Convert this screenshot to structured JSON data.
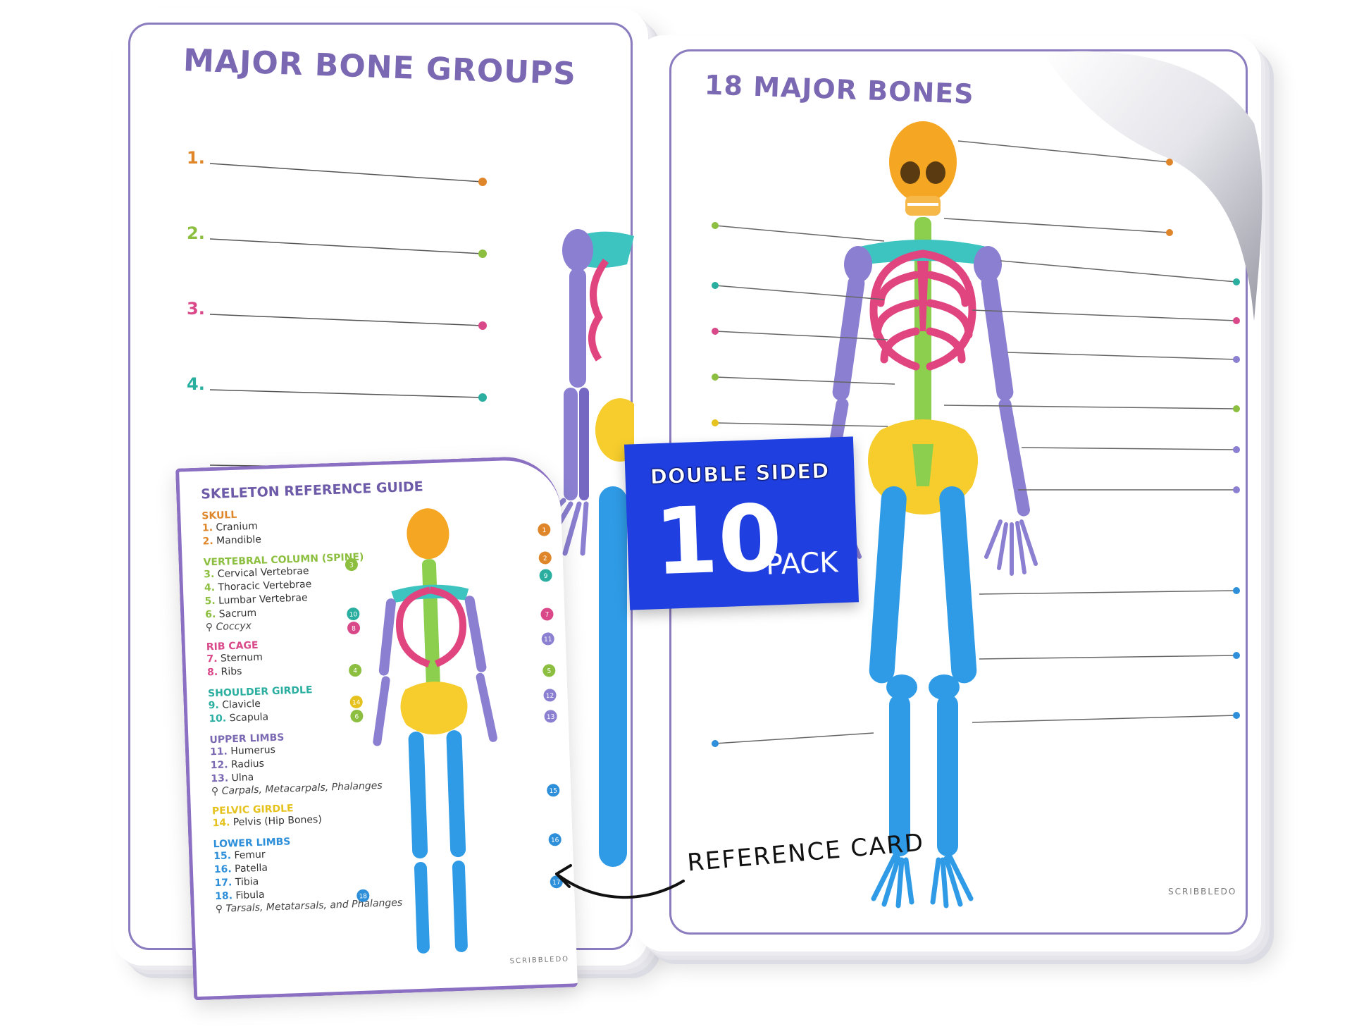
{
  "left_board": {
    "title": "MAJOR BONE GROUPS",
    "items": [
      {
        "label": "1.",
        "color": "#e0862a"
      },
      {
        "label": "2.",
        "color": "#8cbf3f"
      },
      {
        "label": "3.",
        "color": "#d9498a"
      },
      {
        "label": "4.",
        "color": "#2aaea0"
      }
    ]
  },
  "right_board": {
    "title": "18 MAJOR BONES",
    "brand": "SCRIBBLEDO"
  },
  "badge": {
    "line1": "DOUBLE SIDED",
    "number": "10",
    "unit": "PACK"
  },
  "reference_caption": "REFERENCE CARD",
  "reference_guide": {
    "title": "SKELETON REFERENCE GUIDE",
    "brand": "SCRIBBLEDO",
    "sections": [
      {
        "name": "SKULL",
        "color": "#e0862a",
        "items": [
          [
            "1.",
            "Cranium"
          ],
          [
            "2.",
            "Mandible"
          ]
        ]
      },
      {
        "name": "VERTEBRAL COLUMN (SPINE)",
        "color": "#8cbf3f",
        "items": [
          [
            "3.",
            "Cervical Vertebrae"
          ],
          [
            "4.",
            "Thoracic Vertebrae"
          ],
          [
            "5.",
            "Lumbar Vertebrae"
          ],
          [
            "6.",
            "Sacrum"
          ]
        ],
        "note": "Coccyx"
      },
      {
        "name": "RIB CAGE",
        "color": "#d9498a",
        "items": [
          [
            "7.",
            "Sternum"
          ],
          [
            "8.",
            "Ribs"
          ]
        ]
      },
      {
        "name": "SHOULDER GIRDLE",
        "color": "#2aaea0",
        "items": [
          [
            "9.",
            "Clavicle"
          ],
          [
            "10.",
            "Scapula"
          ]
        ]
      },
      {
        "name": "UPPER LIMBS",
        "color": "#7a68b3",
        "items": [
          [
            "11.",
            "Humerus"
          ],
          [
            "12.",
            "Radius"
          ],
          [
            "13.",
            "Ulna"
          ]
        ],
        "note": "Carpals, Metacarpals, Phalanges"
      },
      {
        "name": "PELVIC GIRDLE",
        "color": "#e6c21e",
        "items": [
          [
            "14.",
            "Pelvis (Hip Bones)"
          ]
        ]
      },
      {
        "name": "LOWER LIMBS",
        "color": "#2d8fd9",
        "items": [
          [
            "15.",
            "Femur"
          ],
          [
            "16.",
            "Patella"
          ],
          [
            "17.",
            "Tibia"
          ],
          [
            "18.",
            "Fibula"
          ]
        ],
        "note": "Tarsals, Metatarsals, and Phalanges"
      }
    ],
    "markers": [
      "1",
      "2",
      "3",
      "4",
      "5",
      "6",
      "7",
      "8",
      "9",
      "10",
      "11",
      "12",
      "13",
      "14",
      "15",
      "16",
      "17",
      "18"
    ]
  },
  "colors": {
    "skull": "#f5a623",
    "ribs": "#e0457f",
    "spine": "#8ccf4f",
    "clavicle": "#3ec4c0",
    "arm": "#8a7fd1",
    "pelvis": "#f6cd2c",
    "leg": "#2f9be6",
    "frame": "#8b7bbf",
    "badge": "#1f3fe0"
  }
}
